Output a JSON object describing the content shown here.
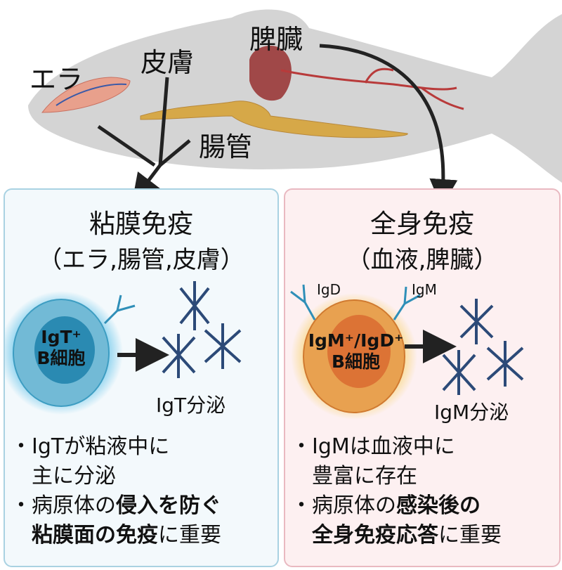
{
  "organs": {
    "gill": "エラ",
    "skin": "皮膚",
    "spleen": "脾臓",
    "gut": "腸管"
  },
  "left_panel": {
    "title": "粘膜免疫",
    "subtitle": "（エラ,腸管,皮膚）",
    "cell_line1": "IgT⁺",
    "cell_line2": "B細胞",
    "secretion": "IgT分泌",
    "bullets": [
      [
        {
          "t": "・IgTが粘液中に",
          "b": false
        }
      ],
      [
        {
          "t": "　主に分泌",
          "b": false
        }
      ],
      [
        {
          "t": "・病原体の",
          "b": false
        },
        {
          "t": "侵入を防ぐ",
          "b": true
        }
      ],
      [
        {
          "t": "　粘膜面の免疫",
          "b": true
        },
        {
          "t": "に重要",
          "b": false
        }
      ]
    ]
  },
  "right_panel": {
    "title": "全身免疫",
    "subtitle": "（血液,脾臓）",
    "receptor_left": "IgD",
    "receptor_right": "IgM",
    "cell_line1": "IgM⁺/IgD⁺",
    "cell_line2": "B細胞",
    "secretion": "IgM分泌",
    "bullets": [
      [
        {
          "t": "・IgMは血液中に",
          "b": false
        }
      ],
      [
        {
          "t": "　豊富に存在",
          "b": false
        }
      ],
      [
        {
          "t": "・病原体の",
          "b": false
        },
        {
          "t": "感染後の",
          "b": true
        }
      ],
      [
        {
          "t": "　全身免疫応答",
          "b": true
        },
        {
          "t": "に重要",
          "b": false
        }
      ]
    ]
  },
  "colors": {
    "fish": "#d3d3d3",
    "left_border": "#a9d2e2",
    "right_border": "#e9b9c1",
    "antibody": "#2c4a78",
    "blue_cell": "#6fb9d6",
    "orange_cell": "#e9a150"
  }
}
